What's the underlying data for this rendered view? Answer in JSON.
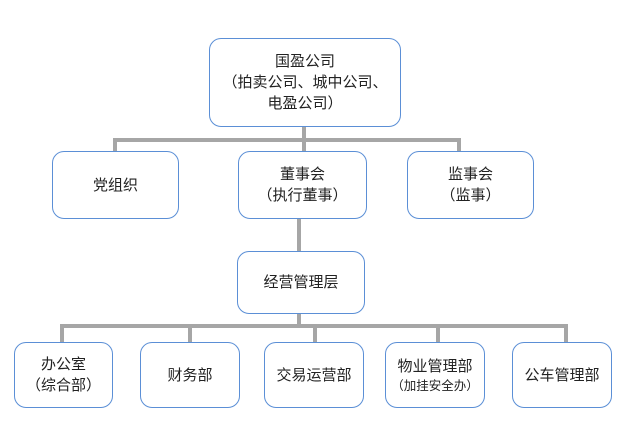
{
  "root": {
    "line1": "国盈公司",
    "line2": "（拍卖公司、城中公司、",
    "line3": "电盈公司）"
  },
  "party": {
    "label": "党组织"
  },
  "board": {
    "line1": "董事会",
    "line2": "（执行董事）"
  },
  "supervisory": {
    "line1": "监事会",
    "line2": "（监事）"
  },
  "management": {
    "label": "经营管理层"
  },
  "departments": [
    {
      "line1": "办公室",
      "line2": "（综合部）"
    },
    {
      "line1": "财务部"
    },
    {
      "line1": "交易运营部"
    },
    {
      "line1": "物业管理部",
      "line2": "（加挂安全办）"
    },
    {
      "line1": "公车管理部"
    }
  ]
}
